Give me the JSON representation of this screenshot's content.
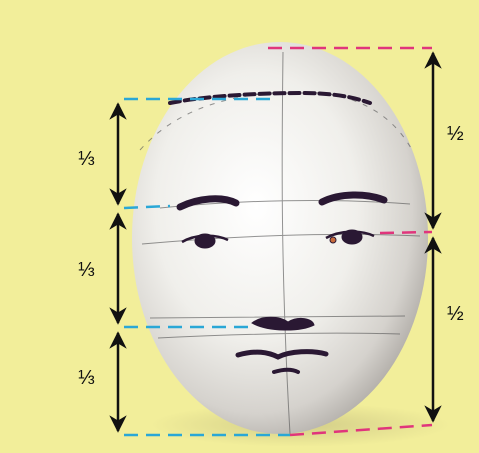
{
  "colors": {
    "background": "#f2ee9a",
    "egg_light": "#f4f2ee",
    "egg_shadow": "#b9b5b0",
    "ink": "#2a1833",
    "pencil": "#5b5b5b",
    "cyan_guide": "#2aa7d6",
    "magenta_guide": "#e0357c",
    "arrow": "#111111"
  },
  "left_proportions": [
    {
      "label": "⅓"
    },
    {
      "label": "⅓"
    },
    {
      "label": "⅓"
    }
  ],
  "right_proportions": [
    {
      "label": "½"
    },
    {
      "label": "½"
    }
  ]
}
